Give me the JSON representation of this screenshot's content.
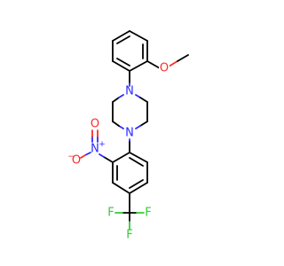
{
  "molecule": {
    "atoms": {
      "methoxy_o": {
        "symbol": "O",
        "color": "#ff2a2a"
      },
      "piperazine_n_top": {
        "symbol": "N",
        "color": "#2a2aff"
      },
      "piperazine_n_bottom": {
        "symbol": "N",
        "color": "#2a2aff"
      },
      "nitro_n": {
        "symbol": "N",
        "color": "#2a2aff",
        "charge": "+"
      },
      "nitro_o_minus": {
        "symbol": "O",
        "color": "#ff2a2a",
        "charge": "−"
      },
      "nitro_o_double": {
        "symbol": "O",
        "color": "#ff2a2a"
      },
      "fluorine_left": {
        "symbol": "F",
        "color": "#33cc33"
      },
      "fluorine_right": {
        "symbol": "F",
        "color": "#33cc33"
      },
      "fluorine_bottom": {
        "symbol": "F",
        "color": "#33cc33"
      }
    },
    "colors": {
      "carbon_bond": "#000000",
      "nitrogen": "#2a2aff",
      "oxygen": "#ff2a2a",
      "fluorine": "#33cc33"
    }
  }
}
